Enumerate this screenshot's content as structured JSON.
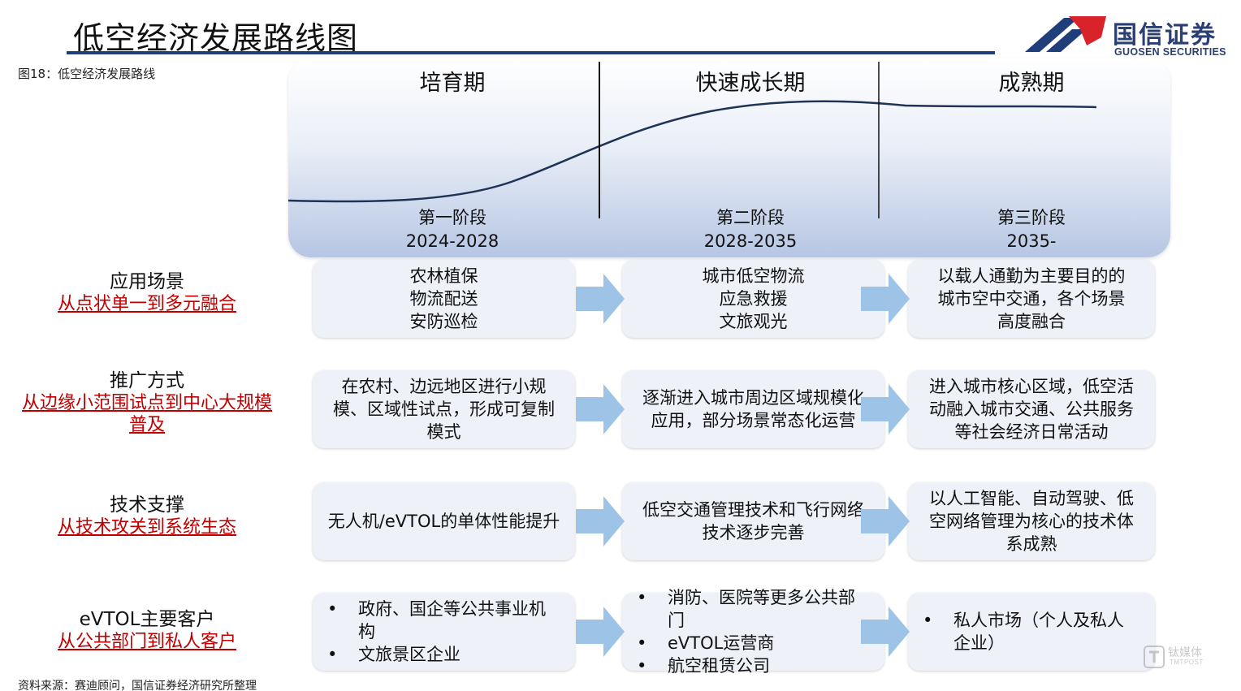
{
  "header": {
    "title": "低空经济发展路线图",
    "figure_label": "图18：低空经济发展路线"
  },
  "logo": {
    "name_cn": "国信证券",
    "name_en": "GUOSEN SECURITIES",
    "colors": [
      "#1f3e7a",
      "#d8232a"
    ]
  },
  "timeline": {
    "phases": [
      {
        "name": "培育期",
        "stage": "第一阶段",
        "years": "2024-2028"
      },
      {
        "name": "快速成长期",
        "stage": "第二阶段",
        "years": "2028-2035"
      },
      {
        "name": "成熟期",
        "stage": "第三阶段",
        "years": "2035-"
      }
    ],
    "curve": "S-curve growth then plateau"
  },
  "rows": [
    {
      "title": "应用场景",
      "subtitle": "从点状单一到多元融合",
      "cards": [
        {
          "lines": [
            "农林植保",
            "物流配送",
            "安防巡检"
          ]
        },
        {
          "lines": [
            "城市低空物流",
            "应急救援",
            "文旅观光"
          ]
        },
        {
          "lines": [
            "以载人通勤为主要目的的",
            "城市空中交通，各个场景",
            "高度融合"
          ]
        }
      ]
    },
    {
      "title": "推广方式",
      "subtitle": "从边缘小范围试点到中心大规模普及",
      "cards": [
        {
          "text": "在农村、边远地区进行小规模、区域性试点，形成可复制模式"
        },
        {
          "text": "逐渐进入城市周边区域规模化应用，部分场景常态化运营"
        },
        {
          "text": "进入城市核心区域，低空活动融入城市交通、公共服务等社会经济日常活动"
        }
      ]
    },
    {
      "title": "技术支撑",
      "subtitle": "从技术攻关到系统生态",
      "cards": [
        {
          "text": "无人机/eVTOL的单体性能提升"
        },
        {
          "text": "低空交通管理技术和飞行网络技术逐步完善"
        },
        {
          "text": "以人工智能、自动驾驶、低空网络管理为核心的技术体系成熟"
        }
      ]
    },
    {
      "title": "eVTOL主要客户",
      "subtitle": "从公共部门到私人客户",
      "cards": [
        {
          "bullets": [
            "政府、国企等公共事业机构",
            "文旅景区企业"
          ]
        },
        {
          "bullets": [
            "消防、医院等更多公共部门",
            "eVTOL运营商",
            "航空租赁公司"
          ]
        },
        {
          "bullets": [
            "私人市场（个人及私人企业）"
          ]
        }
      ]
    }
  ],
  "source": "资料来源：赛迪顾问，国信证券经济研究所整理",
  "watermark": {
    "name_cn": "钛媒体",
    "name_en": "TMTPOST"
  },
  "colors": {
    "arrow": "#9dc3e6",
    "subtitle_red": "#c00000",
    "title_rule": "#1f3e7a",
    "card_bg": "#eef1f8"
  }
}
